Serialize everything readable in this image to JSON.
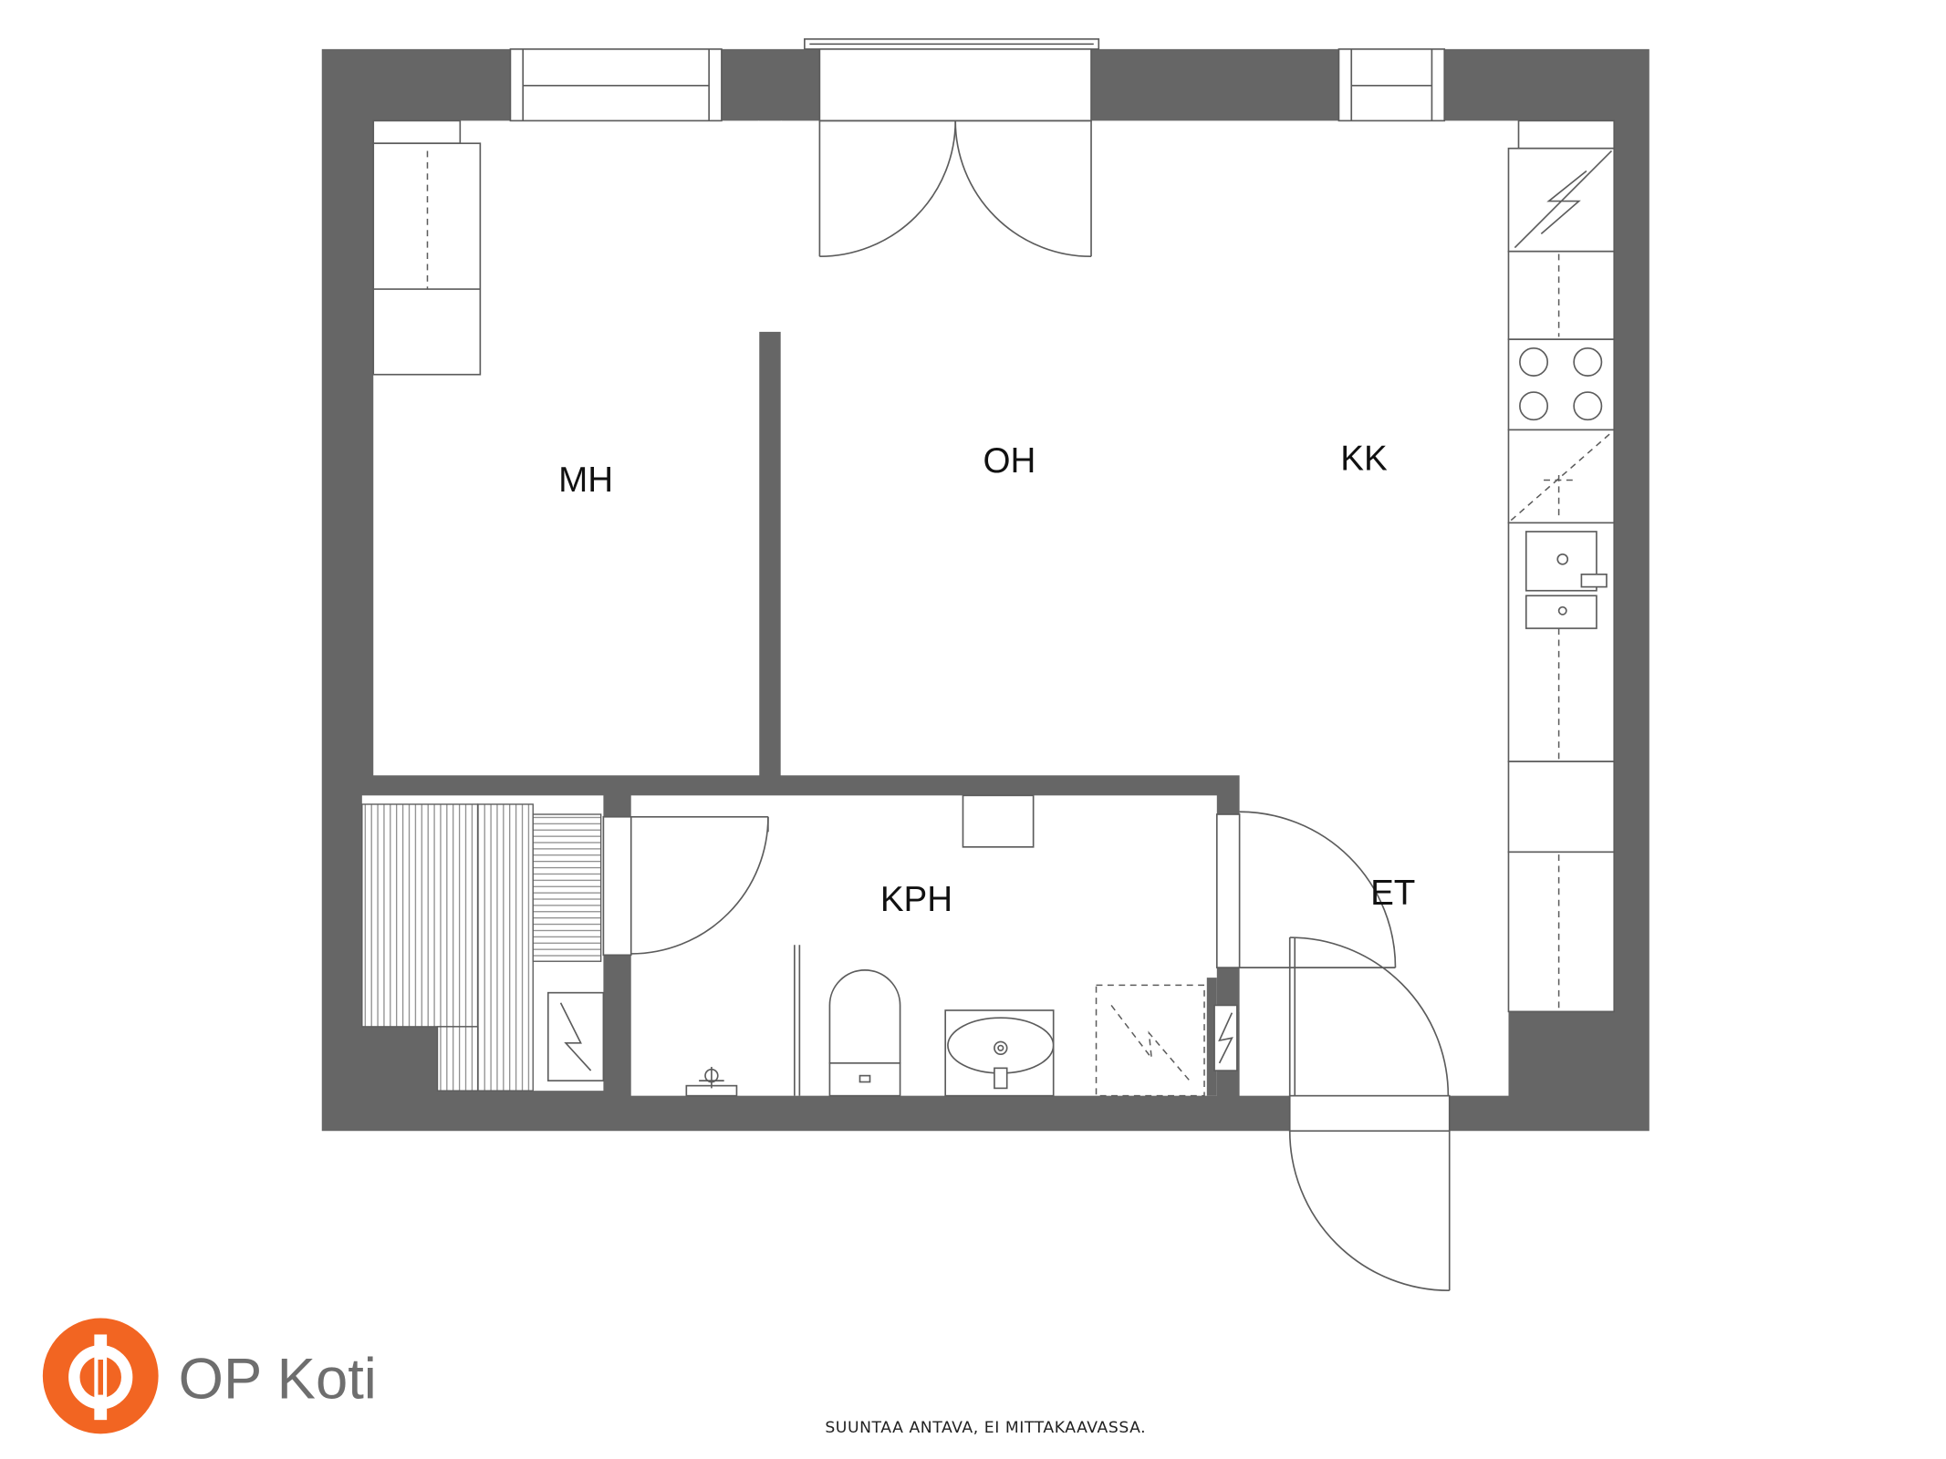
{
  "rooms": {
    "mh": "MH",
    "oh": "OH",
    "kk": "KK",
    "kph": "KPH",
    "et": "ET"
  },
  "logo": {
    "text": "OP Koti",
    "icon": "op-logo-icon",
    "color": "#f26522"
  },
  "footer": {
    "note": "SUUNTAA ANTAVA, EI MITTAKAAVASSA."
  },
  "colors": {
    "wall": "#666666",
    "line": "#5c5c5c",
    "background": "#ffffff"
  },
  "icons": [
    "lightning-icon",
    "stove-burner-icon",
    "sink-icon",
    "toilet-icon",
    "door-swing-icon",
    "window-icon"
  ]
}
